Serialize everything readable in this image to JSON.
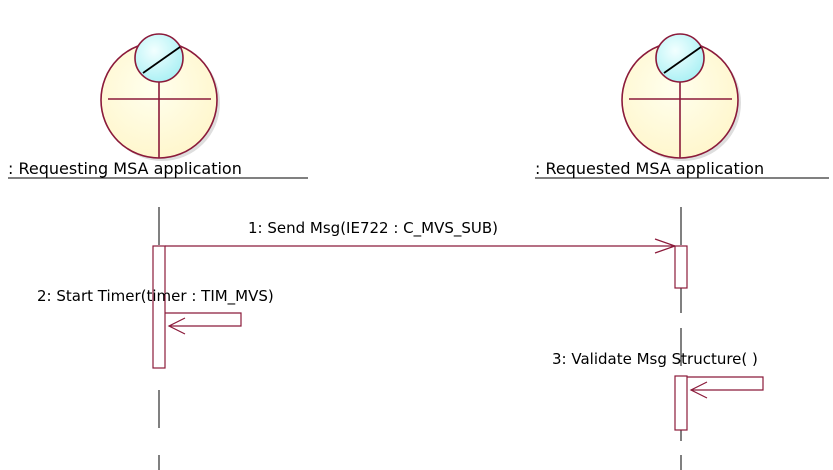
{
  "diagram": {
    "lifelines": [
      {
        "name": ": Requesting MSA application"
      },
      {
        "name": ": Requested MSA application"
      }
    ],
    "messages": [
      {
        "label": "1: Send Msg(IE722 : C_MVS_SUB)"
      },
      {
        "label": "2: Start Timer(timer : TIM_MVS)"
      },
      {
        "label": "3: Validate Msg Structure( )"
      }
    ],
    "colors": {
      "line": "#8b1a3a",
      "actor_fill": "#ffffcc",
      "lens_fill": "#ccffff",
      "lifeline": "#000000"
    }
  }
}
